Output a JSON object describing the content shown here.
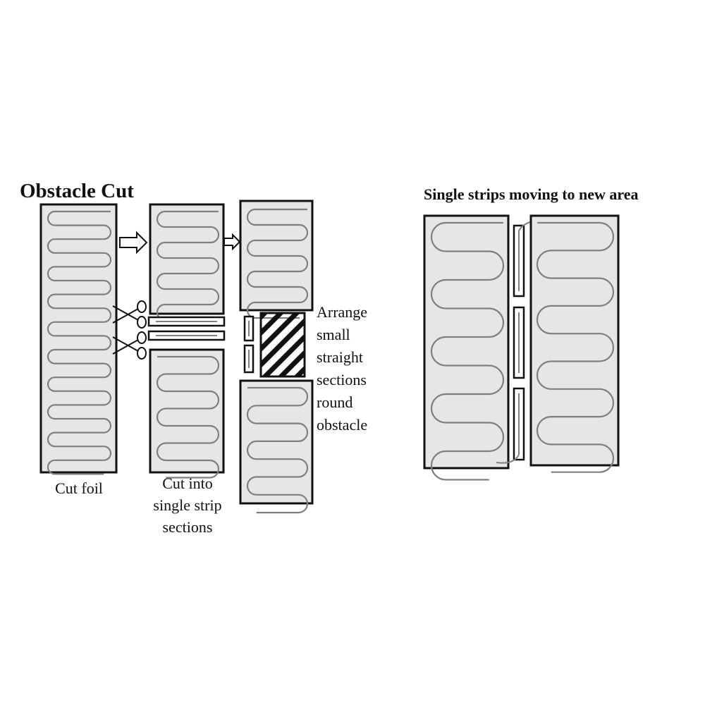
{
  "left_panel": {
    "title": "Obstacle Cut",
    "step1_label": "Cut foil",
    "step2_label_lines": [
      "Cut into",
      "single strip",
      "sections"
    ],
    "step3_label_lines": [
      "Arrange",
      "small",
      "straight",
      "sections",
      "round",
      "obstacle"
    ]
  },
  "right_panel": {
    "title": "Single strips moving to new area"
  },
  "colors": {
    "outline": "#111111",
    "foil_fill": "#e6e6e6",
    "heating_wire": "#7f7f7f",
    "obstacle_hatch": "#111111"
  },
  "icons": [
    "scissors-icon",
    "right-arrow-icon"
  ]
}
